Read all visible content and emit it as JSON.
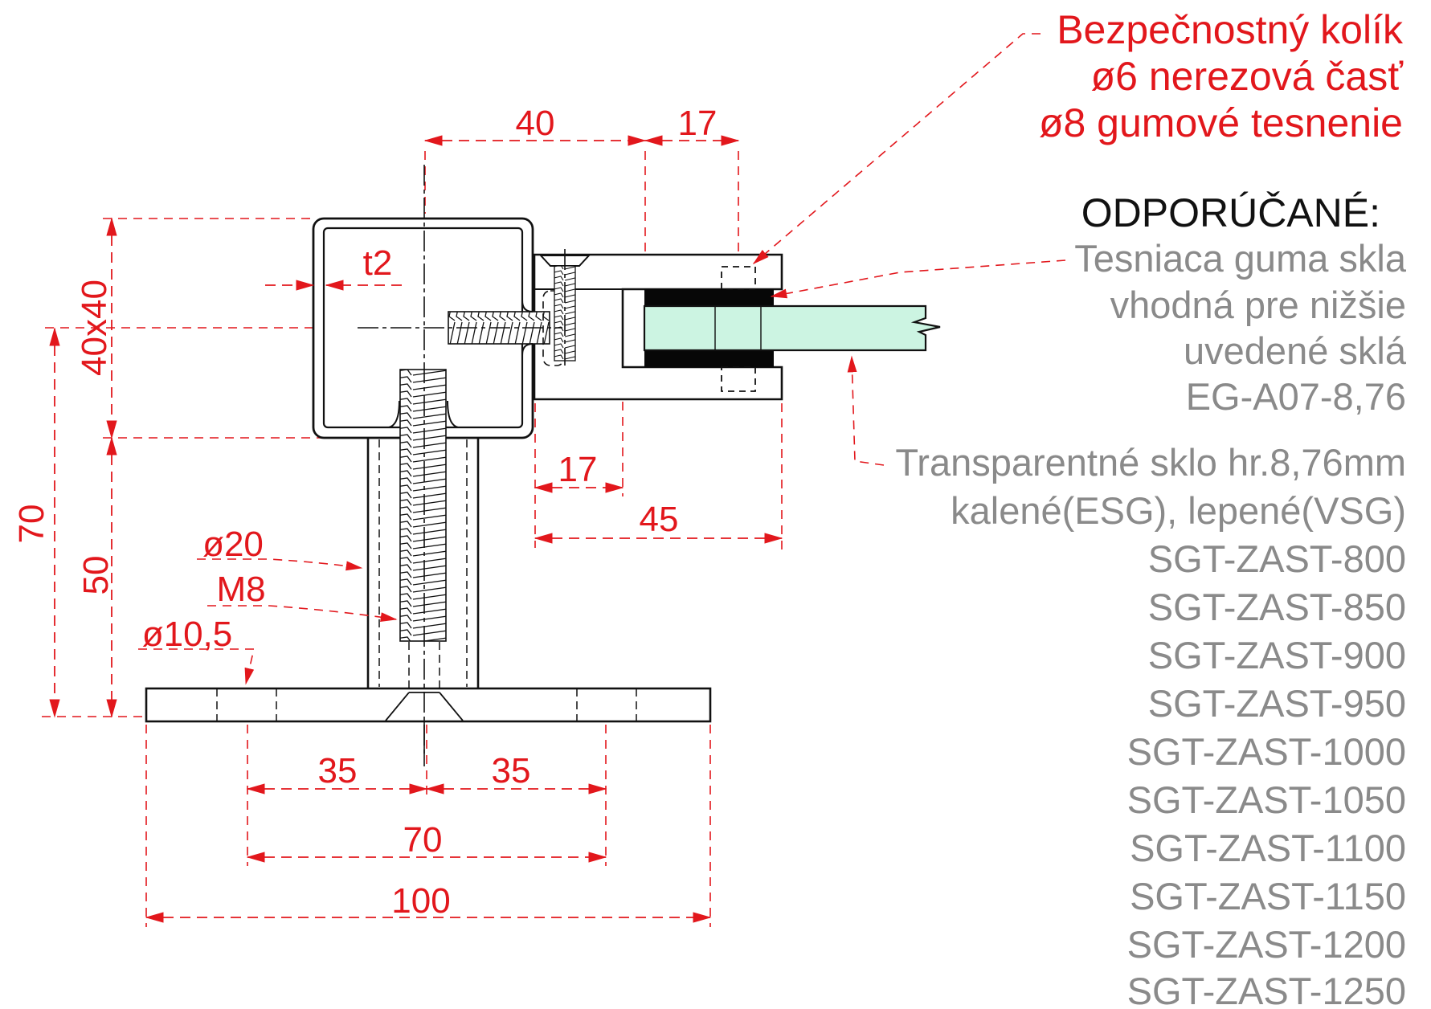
{
  "dims": {
    "top_40": "40",
    "top_17": "17",
    "size_40x40": "40x40",
    "h_70": "70",
    "h_50": "50",
    "t2": "t2",
    "pocket_17": "17",
    "pocket_45": "45",
    "flange_35_left": "35",
    "flange_35_right": "35",
    "flange_70": "70",
    "flange_100": "100"
  },
  "callouts": {
    "d20": "ø20",
    "m8": "M8",
    "d105": "ø10,5"
  },
  "notes": {
    "pin": {
      "l1": "Bezpečnostný kolík",
      "l2": "ø6 nerezová časť",
      "l3": "ø8 gumové tesnenie"
    },
    "heading": "ODPORÚČANÉ:",
    "gasket": {
      "l1": "Tesniaca guma skla",
      "l2": "vhodná pre nižšie",
      "l3": "uvedené sklá",
      "l4": "EG-A07-8,76"
    },
    "glass": {
      "l1": "Transparentné sklo hr.8,76mm",
      "l2": "kalené(ESG), lepené(VSG)"
    }
  },
  "models": [
    "SGT-ZAST-800",
    "SGT-ZAST-850",
    "SGT-ZAST-900",
    "SGT-ZAST-950",
    "SGT-ZAST-1000",
    "SGT-ZAST-1050",
    "SGT-ZAST-1100",
    "SGT-ZAST-1150",
    "SGT-ZAST-1200",
    "SGT-ZAST-1250"
  ],
  "colors": {
    "dimension_red": "#e2171c",
    "glass_fill": "#ccf4e2",
    "rubber_black": "#070707",
    "note_gray": "#8a8a8a"
  }
}
